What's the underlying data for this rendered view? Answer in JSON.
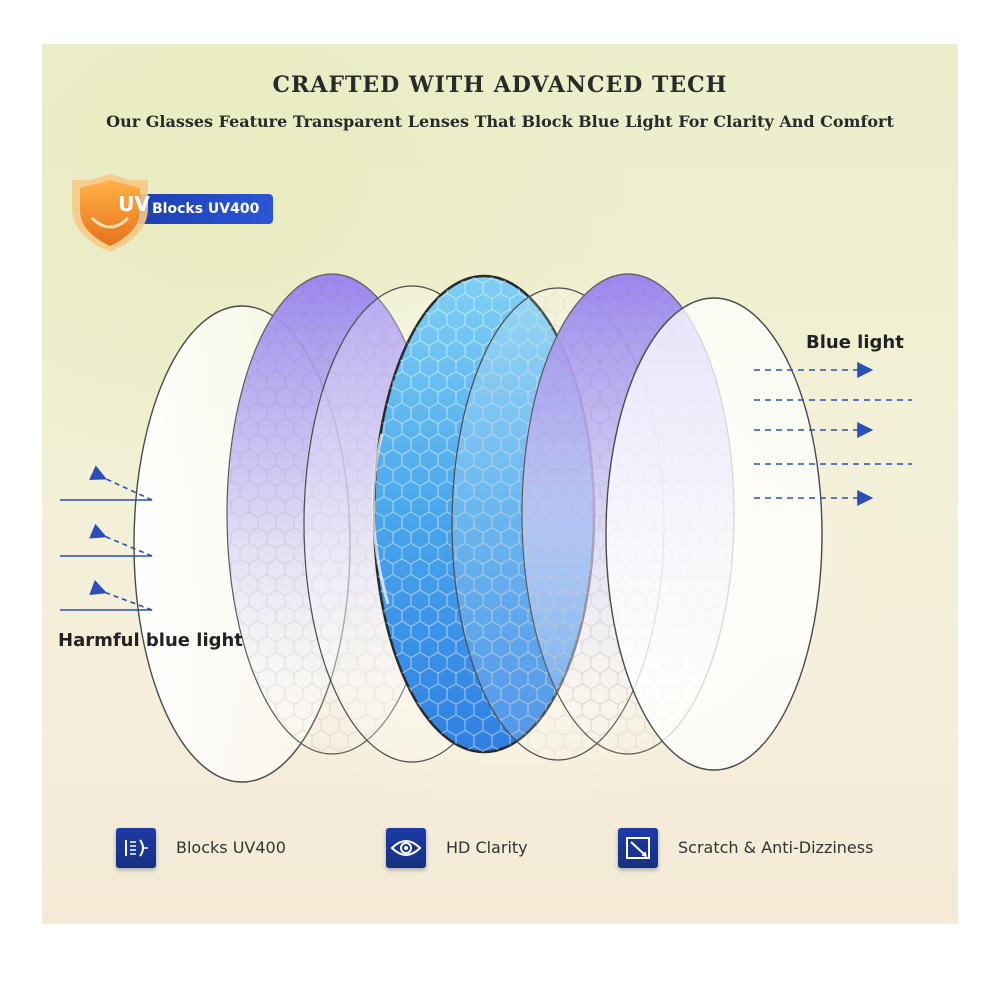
{
  "header": {
    "title": "CRAFTED WITH ADVANCED TECH",
    "subtitle": "Our Glasses Feature Transparent Lenses That Block Blue Light For Clarity And Comfort"
  },
  "badge": {
    "icon": "uv-shield-icon",
    "shield_text": "UV",
    "banner_text": "Blocks UV400",
    "colors": {
      "shield": "#f08a24",
      "banner": "#1c3fb2"
    }
  },
  "diagram": {
    "incoming_label": "Blue light",
    "reflected_label": "Harmful blue light",
    "lenses": [
      {
        "icon": "clear-lens-icon",
        "tint": "clear"
      },
      {
        "icon": "purple-coated-lens-icon",
        "tint": "#a99af0"
      },
      {
        "icon": "blue-filter-lens-icon",
        "tint": "#3f9be8"
      },
      {
        "icon": "clear-lens-icon",
        "tint": "clear"
      },
      {
        "icon": "purple-coated-lens-icon",
        "tint": "#a99af0"
      },
      {
        "icon": "clear-lens-icon",
        "tint": "clear"
      }
    ]
  },
  "features": [
    {
      "icon": "uv-block-icon",
      "label": "Blocks UV400"
    },
    {
      "icon": "eye-icon",
      "label": "HD Clarity"
    },
    {
      "icon": "scratch-resistant-icon",
      "label": "Scratch & Anti-Dizziness"
    }
  ],
  "colors": {
    "accent": "#1d3aa8",
    "arrow": "#2b4fb8"
  }
}
